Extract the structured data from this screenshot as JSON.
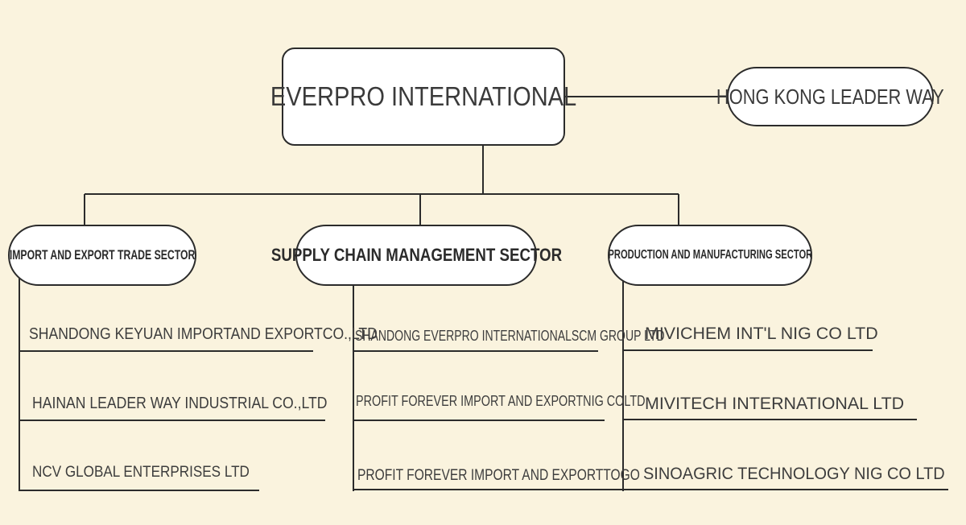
{
  "root": {
    "label": "EVERPRO INTERNATIONAL"
  },
  "partner": {
    "label": "HONG KONG LEADER WAY"
  },
  "sectors": [
    {
      "label": "IMPORT AND EXPORT TRADE SECTOR",
      "companies": [
        "SHANDONG KEYUAN  IMPORTAND  EXPORTCO.,LTD",
        "HAINAN  LEADER WAY  INDUSTRIAL CO.,LTD",
        "NCV GLOBAL ENTERPRISES LTD"
      ]
    },
    {
      "label": "SUPPLY CHAIN MANAGEMENT SECTOR",
      "companies": [
        "SHANDONG EVERPRO INTERNATIONALSCM GROUP LTD",
        "PROFIT FOREVER IMPORT AND EXPORTNIG COLTD",
        "PROFIT FOREVER IMPORT AND  EXPORTTOGO"
      ]
    },
    {
      "label": "PRODUCTION AND MANUFACTURING SECTOR",
      "companies": [
        "MIVICHEM INT'L NIG CO LTD",
        "MIVITECH INTERNATIONAL LTD",
        "SINOAGRIC TECHNOLOGY NIG CO LTD"
      ]
    }
  ]
}
